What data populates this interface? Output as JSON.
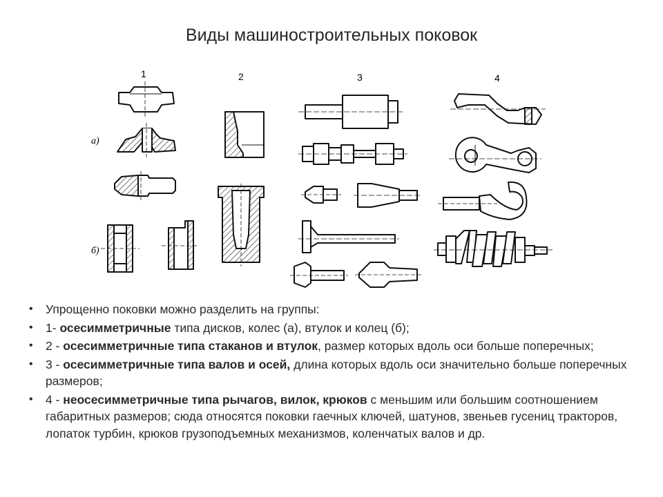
{
  "title": "Виды машиностроительных поковок",
  "figure": {
    "group_labels": [
      "1",
      "2",
      "3",
      "4"
    ],
    "sublabels": [
      "а)",
      "б)"
    ]
  },
  "bullets": [
    {
      "parts": [
        {
          "t": "Упрощенно поковки можно разделить на группы:"
        }
      ]
    },
    {
      "parts": [
        {
          "t": "1- "
        },
        {
          "t": "осесимметричные",
          "b": true
        },
        {
          "t": " типа дисков, колес (а), втулок и колец (б);"
        }
      ]
    },
    {
      "parts": [
        {
          "t": "2 - "
        },
        {
          "t": "осесимметричные типа стаканов и втулок",
          "b": true
        },
        {
          "t": ", размер которых вдоль оси больше поперечных;"
        }
      ]
    },
    {
      "parts": [
        {
          "t": "3 - "
        },
        {
          "t": "осесимметричные типа валов и осей,",
          "b": true
        },
        {
          "t": " длина которых вдоль оси значительно больше поперечных размеров;"
        }
      ]
    },
    {
      "parts": [
        {
          "t": "4 - "
        },
        {
          "t": "неосесимметричные типа рычагов, вилок, крюков",
          "b": true
        },
        {
          "t": " с меньшим или большим соотношением габаритных размеров; сюда относятся поковки гаечных ключей, шатунов, звеньев гусениц тракторов, лопаток турбин, крюков грузоподъемных механизмов, коленчатых валов и др."
        }
      ]
    }
  ]
}
